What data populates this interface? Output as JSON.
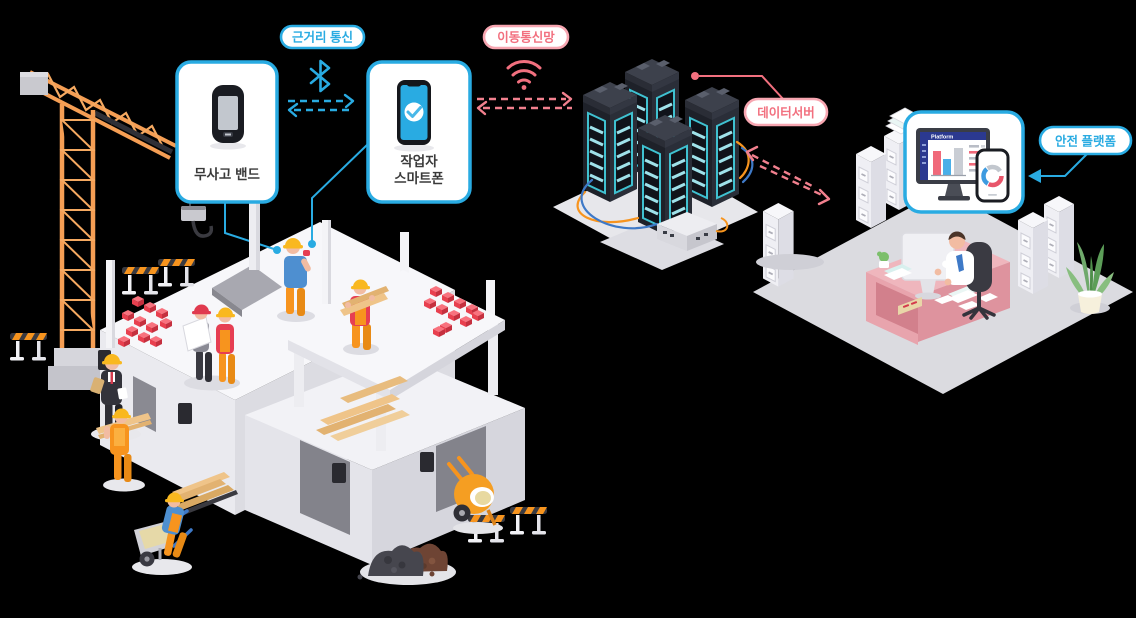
{
  "diagram": {
    "title_implicit": "construction-site smart safety system diagram",
    "labels": {
      "short_range_comm": "근거리 통신",
      "mobile_network": "이동통신망",
      "data_server": "데이터서버",
      "safety_platform": "안전 플랫폼",
      "band_device": "무사고 밴드",
      "worker_line1": "작업자",
      "worker_line2": "스마트폰",
      "platform_screen_title": "Platform"
    },
    "icons": {
      "bluetooth": "bluetooth-icon",
      "wifi": "wifi-icon",
      "band": "smart-band-device",
      "smartphone": "smartphone-device",
      "servers": "server-racks",
      "dashboard": "platform-dashboard-monitor"
    },
    "colors": {
      "accent_blue": "#29ABE2",
      "accent_pink": "#F2707F",
      "pink_border": "#F7A6B1",
      "worker_orange": "#F7941E",
      "brick_red": "#E8404F",
      "server_dark": "#23262E",
      "server_teal": "#3FC1D0",
      "desk_pink": "#E8A4AD",
      "crane_orange": "#F59E54"
    }
  }
}
